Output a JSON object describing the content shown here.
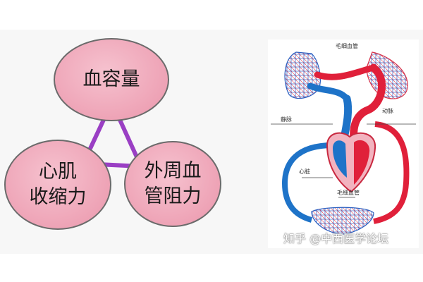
{
  "diagram": {
    "nodes": [
      {
        "id": "blood-volume",
        "label": "血容量"
      },
      {
        "id": "contractility",
        "label_lines": [
          "心肌",
          "收缩力"
        ]
      },
      {
        "id": "resistance",
        "label_lines": [
          "外周血",
          "管阻力"
        ]
      }
    ],
    "connector_color": "#9a3fc4",
    "node_fill": "#eea3b6"
  },
  "heart_figure": {
    "label_capillary_top": "毛细血管",
    "label_vein": "静脉",
    "label_artery": "动脉",
    "label_heart": "心脏",
    "label_capillary_bottom": "毛细血管",
    "artery_color": "#e0203a",
    "vein_color": "#1e73c8"
  },
  "watermark": "知乎 @中西医学论坛"
}
